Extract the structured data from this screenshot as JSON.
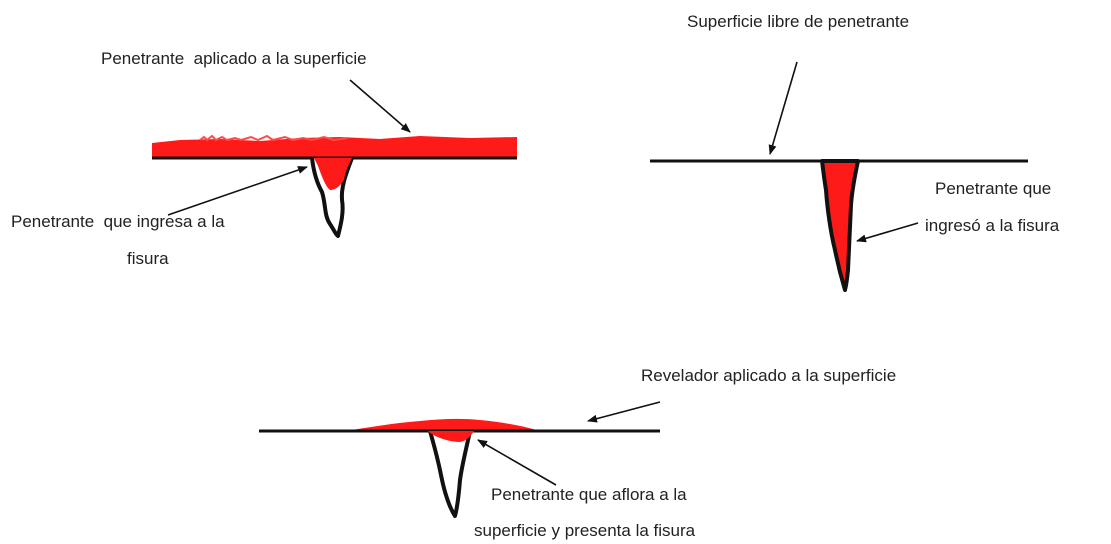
{
  "colors": {
    "penetrant": "#ff1a1a",
    "line": "#111111",
    "text": "#222222",
    "background": "#ffffff"
  },
  "panel_1": {
    "label_applied": "Penetrante  aplicado a la superficie",
    "label_enters_line1": "Penetrante  que ingresa a la",
    "label_enters_line2": "fisura"
  },
  "panel_2": {
    "label_clean": "Superficie libre de penetrante",
    "label_entered_line1": "Penetrante que",
    "label_entered_line2": "ingresó a la fisura"
  },
  "panel_3": {
    "label_developer": "Revelador aplicado a la superficie",
    "label_emerges_line1": "Penetrante que aflora a la",
    "label_emerges_line2": "superficie y presenta la fisura"
  }
}
